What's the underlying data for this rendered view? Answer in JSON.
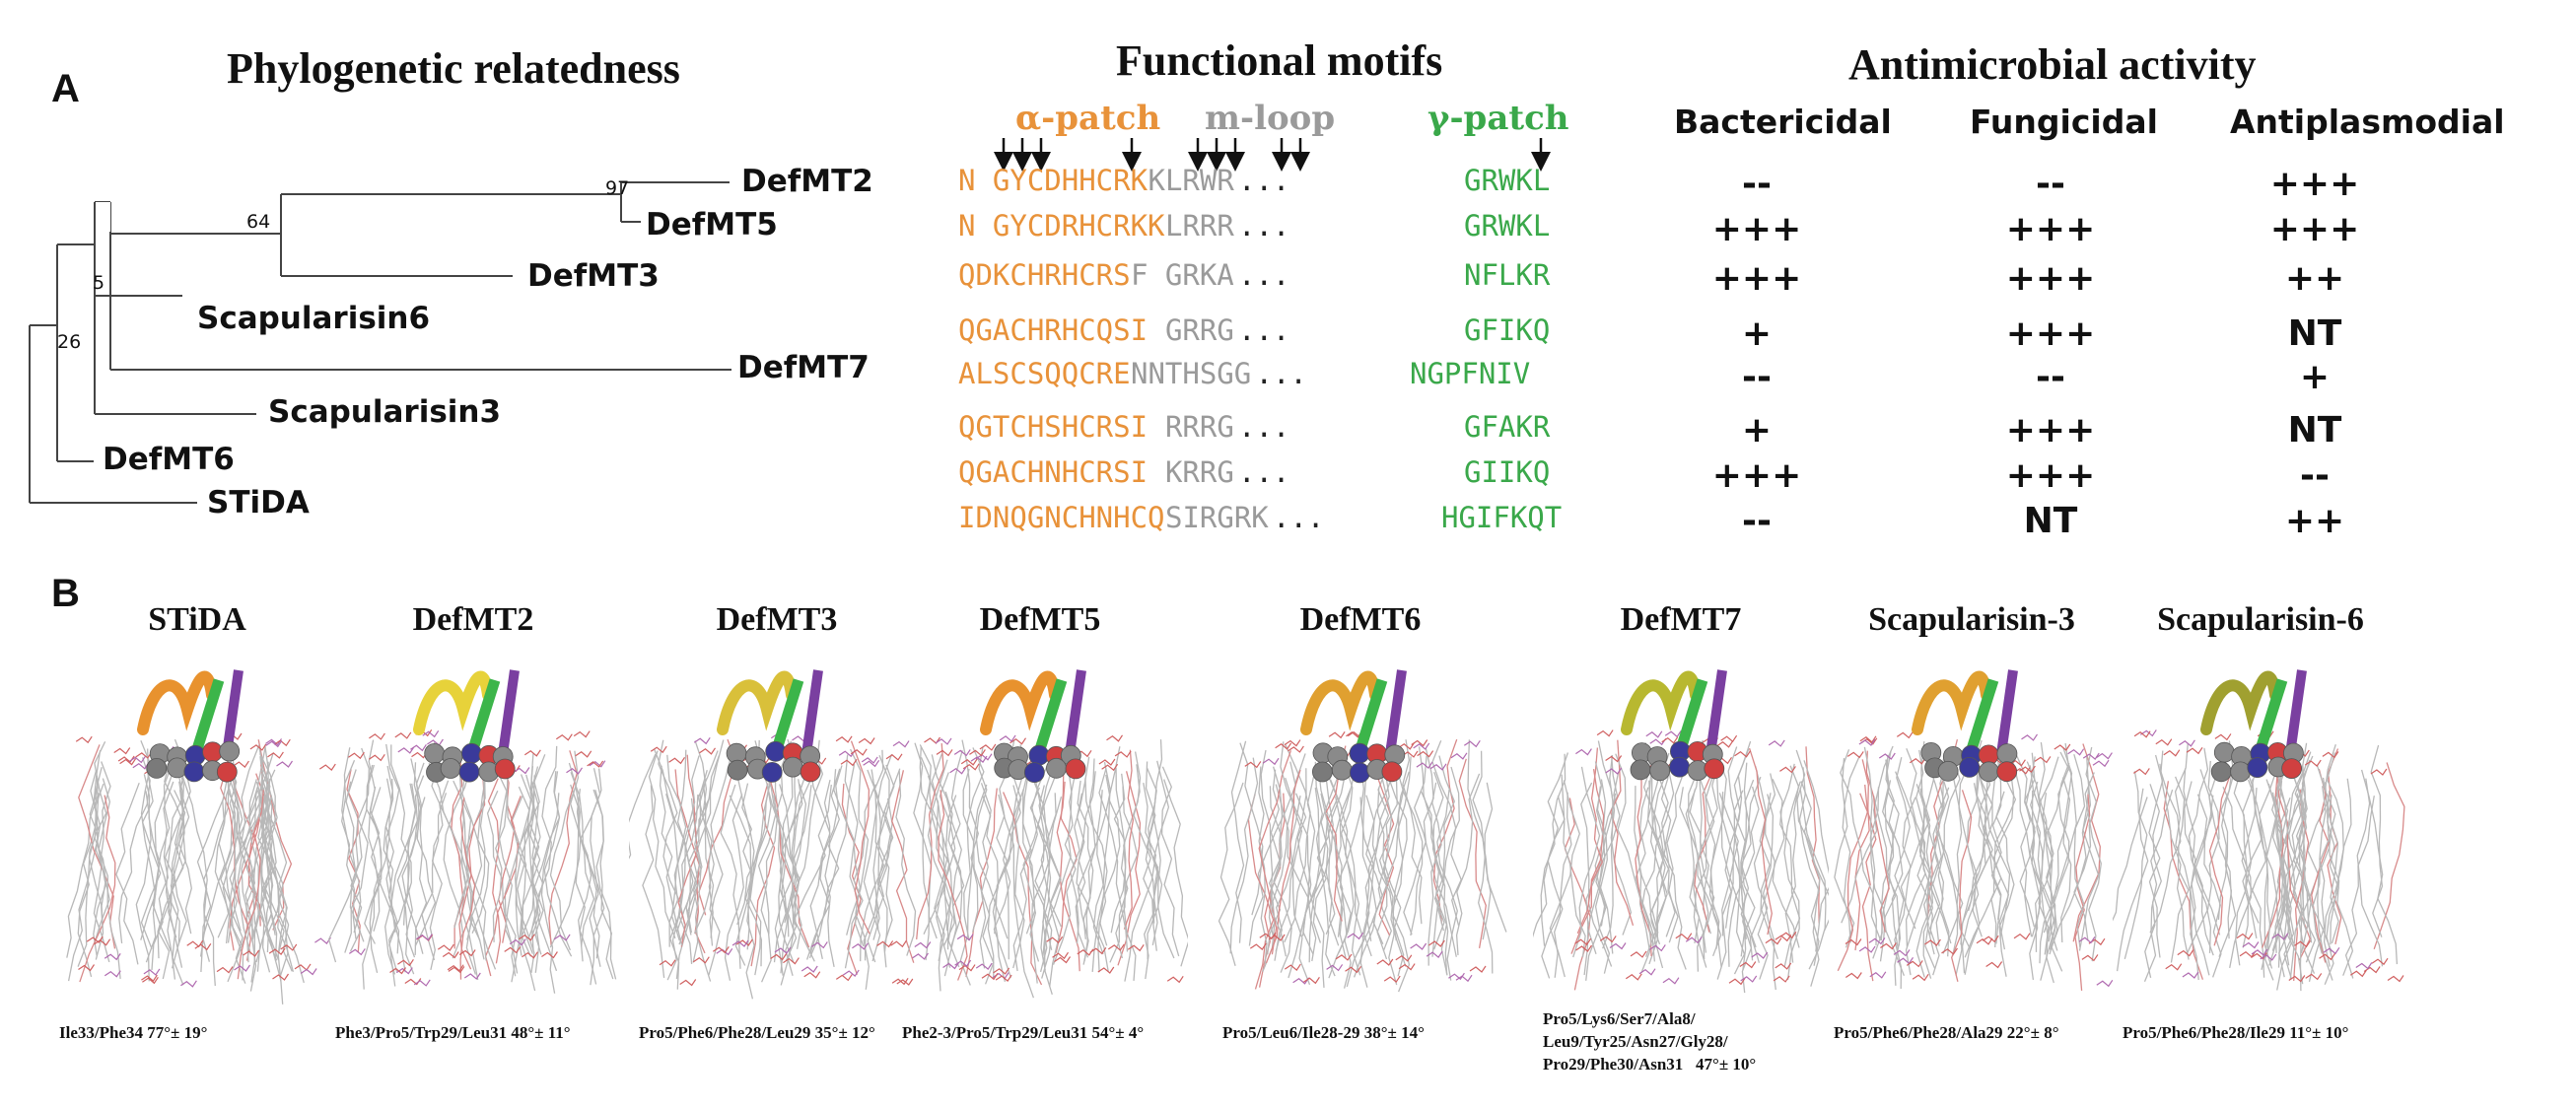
{
  "panel_a": {
    "label": "A",
    "phylo_title": "Phylogenetic relatedness",
    "motifs_title": "Functional motifs",
    "activity_title": "Antimicrobial activity",
    "motif_labels": {
      "alpha": "α-patch",
      "mloop": "m-loop",
      "gamma": "γ-patch"
    },
    "activity_columns": [
      "Bactericidal",
      "Fungicidal",
      "Antiplasmodial"
    ],
    "bootstrap": [
      "97",
      "64",
      "5",
      "26"
    ],
    "rows": [
      {
        "name": "DefMT2",
        "alpha": "N GYCDHHCRK",
        "mloop": "KLRWR",
        "gamma": "GRWKL",
        "bact": "--",
        "fung": "--",
        "plas": "+++"
      },
      {
        "name": "DefMT5",
        "alpha": "N GYCDRHCRKK",
        "mloop": "LRRR",
        "gamma": "GRWKL",
        "bact": "+++",
        "fung": "+++",
        "plas": "+++"
      },
      {
        "name": "DefMT3",
        "alpha": "QDKCHRHCRS",
        "mloop": "F GRKA",
        "gamma": "NFLKR",
        "bact": "+++",
        "fung": "+++",
        "plas": "++"
      },
      {
        "name": "Scapularisin6",
        "alpha": "QGACHRHCQSI",
        "mloop": " GRRG",
        "gamma": "GFIKQ",
        "bact": "+",
        "fung": "+++",
        "plas": "NT"
      },
      {
        "name": "DefMT7",
        "alpha": "ALSCSQQCRE",
        "mloop": "NNTHSGG",
        "gamma": "NGPFNIV",
        "bact": "--",
        "fung": "--",
        "plas": "+"
      },
      {
        "name": "Scapularisin3",
        "alpha": "QGTCHSHCRSI",
        "mloop": " RRRG",
        "gamma": "GFAKR",
        "bact": "+",
        "fung": "+++",
        "plas": "NT"
      },
      {
        "name": "DefMT6",
        "alpha": "QGACHNHCRSI",
        "mloop": " KRRG",
        "gamma": "GIIKQ",
        "bact": "+++",
        "fung": "+++",
        "plas": "--"
      },
      {
        "name": "STiDA",
        "alpha": "IDNQGNCHNHCQ",
        "mloop": "SIRGRK",
        "gamma": "HGIFKQT",
        "bact": "--",
        "fung": "NT",
        "plas": "++"
      }
    ],
    "ellipsis": "..."
  },
  "panel_b": {
    "label": "B",
    "peptides": [
      {
        "title": "STiDA",
        "caption": "Ile33/Phe34   77°± 19°"
      },
      {
        "title": "DefMT2",
        "caption": "Phe3/Pro5/Trp29/Leu31  48°± 11°"
      },
      {
        "title": "DefMT3",
        "caption": "Pro5/Phe6/Phe28/Leu29   35°± 12°"
      },
      {
        "title": "DefMT5",
        "caption": "Phe2-3/Pro5/Trp29/Leu31   54°± 4°"
      },
      {
        "title": "DefMT6",
        "caption": "Pro5/Leu6/Ile28-29   38°± 14°"
      },
      {
        "title": "DefMT7",
        "caption": "Pro5/Lys6/Ser7/Ala8/\nLeu9/Tyr25/Asn27/Gly28/\nPro29/Phe30/Asn31   47°± 10°"
      },
      {
        "title": "Scapularisin-3",
        "caption": "Pro5/Phe6/Phe28/Ala29   22°± 8°"
      },
      {
        "title": "Scapularisin-6",
        "caption": "Pro5/Phe6/Phe28/Ile29   11°± 10°"
      }
    ]
  },
  "colors": {
    "alpha": "#e8923a",
    "mloop": "#9a9a9a",
    "gamma": "#3aa84a"
  },
  "icons": [
    "down-arrow-icon"
  ]
}
